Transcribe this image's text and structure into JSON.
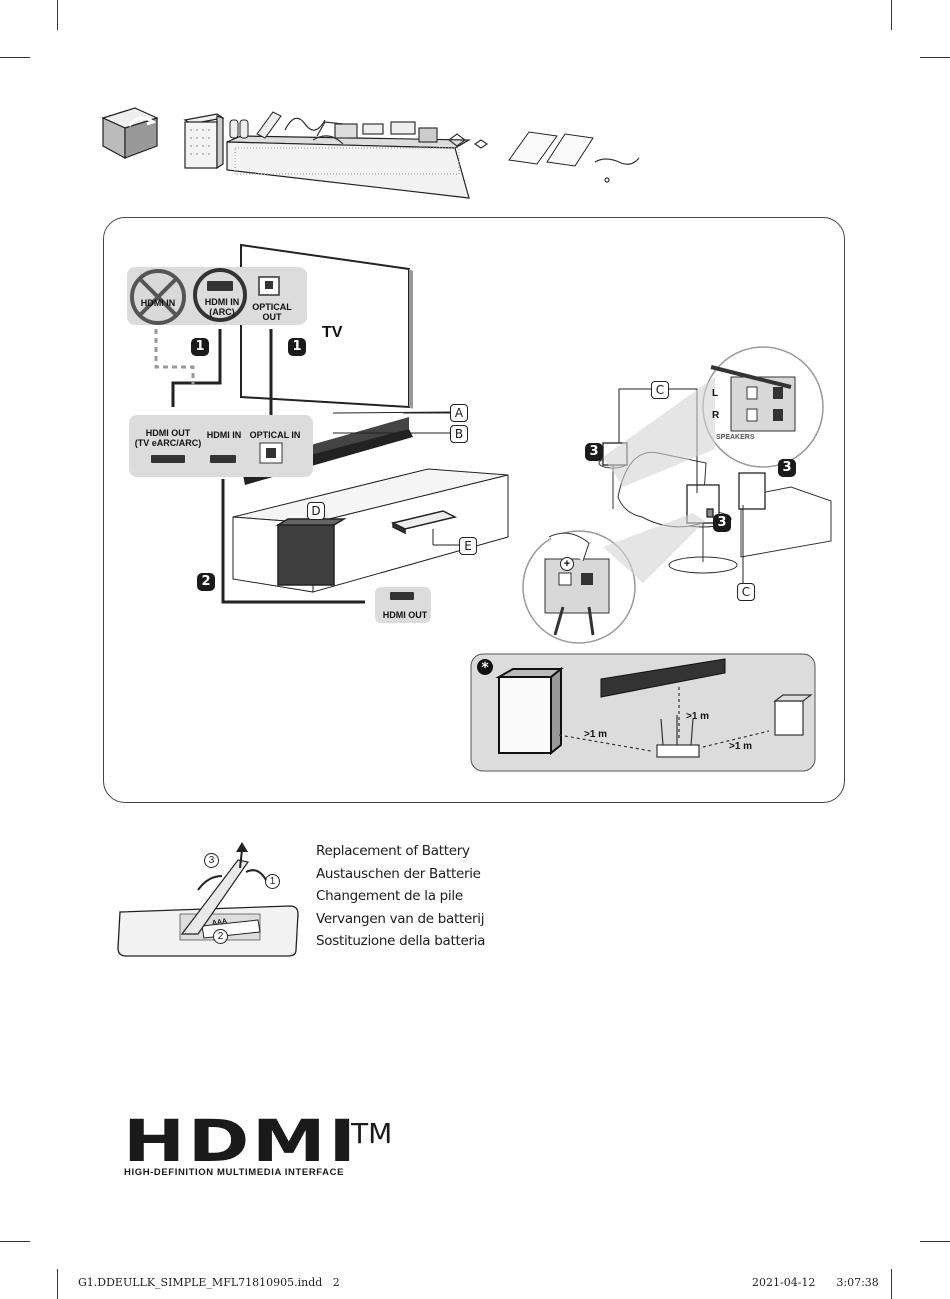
{
  "diagram": {
    "tv_label": "TV",
    "tv_ports": {
      "hdmi_in": "HDMI IN",
      "hdmi_in_arc": "HDMI IN\n(ARC)",
      "optical_out": "OPTICAL\nOUT"
    },
    "bar_ports": {
      "hdmi_out": "HDMI OUT\n(TV eARC/ARC)",
      "hdmi_in": "HDMI IN",
      "optical_in": "OPTICAL IN"
    },
    "source_port": "HDMI OUT",
    "step_badges": [
      "1",
      "1",
      "2",
      "3",
      "3",
      "3"
    ],
    "letters": [
      "A",
      "B",
      "C",
      "C",
      "D",
      "E"
    ],
    "speaker_panel": {
      "left": "L",
      "right": "R",
      "caption": "SPEAKERS"
    },
    "plus_sign": "+",
    "asterisk_badge": "*",
    "distances": [
      ">1 m",
      ">1 m",
      ">1 m"
    ]
  },
  "battery": {
    "steps": [
      "1",
      "2",
      "3"
    ],
    "battery_text": "AAA",
    "languages": [
      "Replacement of Battery",
      "Austauschen der Batterie",
      "Changement de la pile",
      "Vervangen van de batterij",
      "Sostituzione della batteria"
    ]
  },
  "logo": {
    "mark": "HDMI",
    "trademark": "TM",
    "tagline": "HIGH-DEFINITION MULTIMEDIA INTERFACE"
  },
  "footer": {
    "file": "G1.DDEULLK_SIMPLE_MFL71810905.indd   2",
    "timestamp": "2021-04-12      3:07:38"
  }
}
